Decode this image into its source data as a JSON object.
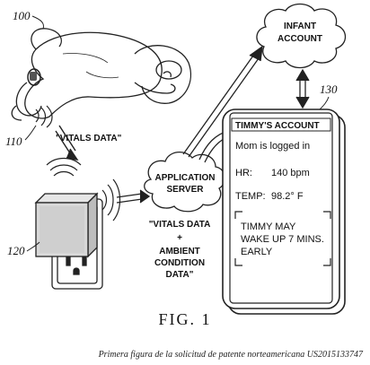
{
  "refs": {
    "baby": "100",
    "sensor": "110",
    "base_station": "120",
    "phone": "130"
  },
  "labels": {
    "vitals_data": "\"VITALS DATA\"",
    "infant_account_line1": "INFANT",
    "infant_account_line2": "ACCOUNT",
    "app_server_line1": "APPLICATION",
    "app_server_line2": "SERVER",
    "vitals_plus_line1": "\"VITALS DATA",
    "vitals_plus_plus": "+",
    "vitals_plus_line3": "AMBIENT",
    "vitals_plus_line4": "CONDITION",
    "vitals_plus_line5": "DATA\""
  },
  "phone": {
    "title": "TIMMY'S ACCOUNT",
    "status": "Mom is logged in",
    "hr_label": "HR:",
    "hr_value": "140 bpm",
    "temp_label": "TEMP:",
    "temp_value": "98.2° F",
    "msg_line1": "TIMMY MAY",
    "msg_line2": "WAKE UP 7 MINS.",
    "msg_line3": "EARLY"
  },
  "figure_label": "FIG.  1",
  "caption": "Primera figura de la solicitud de patente norteamericana US2015133747"
}
